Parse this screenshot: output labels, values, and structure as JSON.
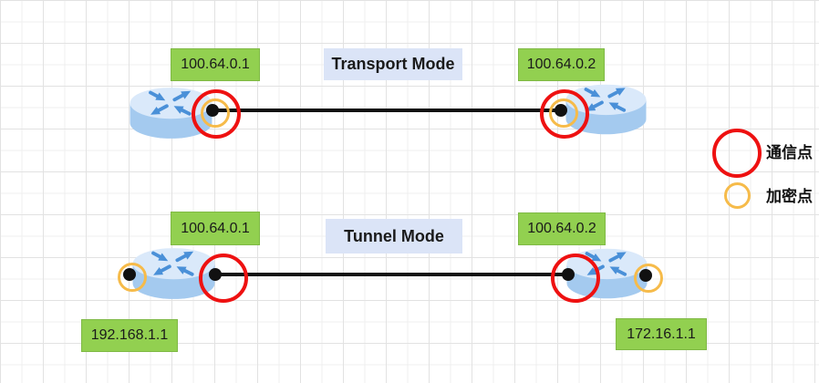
{
  "transport": {
    "title": "Transport Mode",
    "left_ip": "100.64.0.1",
    "right_ip": "100.64.0.2"
  },
  "tunnel": {
    "title": "Tunnel Mode",
    "left_public_ip": "100.64.0.1",
    "right_public_ip": "100.64.0.2",
    "left_private_ip": "192.168.1.1",
    "right_private_ip": "172.16.1.1"
  },
  "legend": {
    "communication_point_label": "通信点",
    "encryption_point_label": "加密点"
  },
  "icons": {
    "router": "router-cylinder-with-arrows",
    "communication_point": "red-circle-outline",
    "encryption_point": "orange-circle-outline",
    "endpoint": "black-dot"
  },
  "colors": {
    "label_green": "#92d050",
    "label_green_border": "#7fb945",
    "mode_label_bg": "#dbe4f7",
    "communication_red": "#ee1111",
    "encryption_orange": "#f6bb4a",
    "router_body": "#a4caef",
    "router_top": "#dae9fa",
    "router_arrow": "#4a90d8",
    "connector_black": "#111111",
    "grid_minor": "#efefef",
    "grid_major": "#e2e2e2"
  }
}
